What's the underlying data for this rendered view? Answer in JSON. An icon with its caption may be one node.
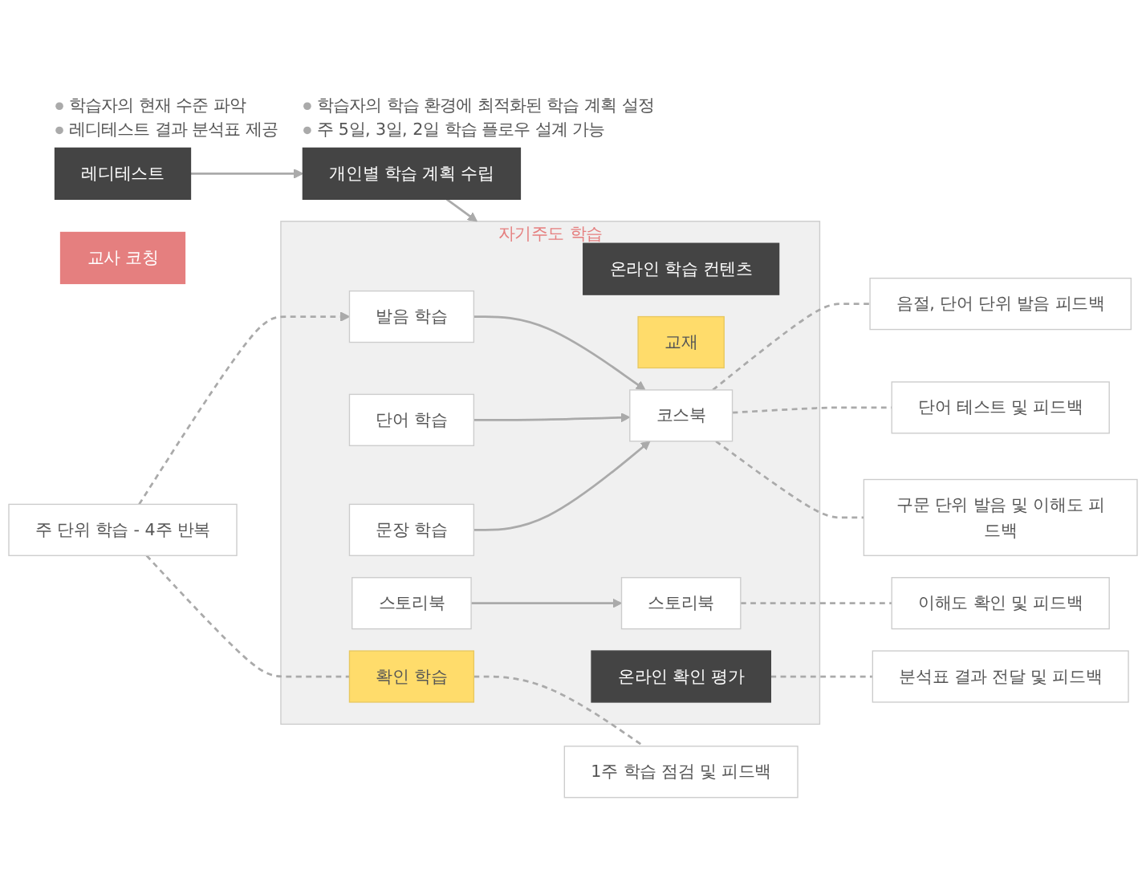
{
  "diagram": {
    "nodes": [
      {
        "text": [
          "레디테스트"
        ],
        "beside": [
          "학습자의 현재 수준 파악",
          "레디테스트 결과 분석표 제공"
        ]
      },
      {
        "text": [
          "개인별 학습 계획 수립"
        ],
        "beside": [
          "학습자의 학습 환경에 최적화된 학습 계획 설정",
          "주 5일, 3일, 2일 학습 플로우 설계 가능"
        ]
      },
      {
        "text": [
          "자기주도 학습"
        ]
      },
      {
        "text": [
          "온라인 학습 컨텐츠"
        ],
        "in": 2
      },
      {
        "text": [
          "교재"
        ],
        "in": 2
      },
      {
        "text": [
          "발음 학습"
        ],
        "in": 2
      },
      {
        "text": [
          "단어 학습"
        ],
        "in": 2
      },
      {
        "text": [
          "문장 학습"
        ],
        "in": 2
      },
      {
        "text": [
          "스토리북"
        ],
        "in": 2
      },
      {
        "text": [
          "코스북"
        ],
        "in": 2
      },
      {
        "text": [
          "스토리북"
        ],
        "in": 2
      },
      {
        "text": [
          "확인 학습"
        ],
        "in": 2
      },
      {
        "text": [
          "온라인 확인 평가"
        ],
        "in": 2
      },
      {
        "text": [
          "교사 코칭"
        ]
      },
      {
        "text": [
          "음절, 단어 단위 발음 피드백"
        ]
      },
      {
        "text": [
          "단어 테스트 및 피드백"
        ]
      },
      {
        "text": [
          "구문 단위 발음 및 이해도 피드백"
        ]
      },
      {
        "text": [
          "이해도 확인 및 피드백"
        ]
      },
      {
        "text": [
          "1주 학습 점검 및 피드백"
        ]
      },
      {
        "text": [
          "분석표 결과 전달 및 피드백"
        ]
      },
      {
        "text": [
          "주 단위 학습 - 4주 반복"
        ]
      }
    ],
    "edges": [
      {
        "from": 0,
        "to": 1,
        "arrow": "to"
      },
      {
        "from": 1,
        "to": 2,
        "arrow": "to"
      },
      {
        "from": 5,
        "to": 9,
        "arrow": "to"
      },
      {
        "from": 6,
        "to": 9,
        "arrow": "to"
      },
      {
        "from": 7,
        "to": 9,
        "arrow": "to"
      },
      {
        "from": 8,
        "to": 10,
        "arrow": "to"
      },
      {
        "from": 9,
        "to": 14,
        "arrow": "none",
        "style": "dashed"
      },
      {
        "from": 9,
        "to": 15,
        "arrow": "none",
        "style": "dashed"
      },
      {
        "from": 9,
        "to": 16,
        "arrow": "none",
        "style": "dashed"
      },
      {
        "from": 10,
        "to": 17,
        "arrow": "none",
        "style": "dashed"
      },
      {
        "from": 11,
        "to": 18,
        "arrow": "none",
        "style": "dashed"
      },
      {
        "from": 12,
        "to": 19,
        "arrow": "none",
        "style": "dashed"
      },
      {
        "from": 20,
        "to": 11,
        "arrow": "none",
        "style": "dashed"
      },
      {
        "from": 20,
        "to": 5,
        "arrow": "to",
        "style": "dashed"
      }
    ]
  }
}
